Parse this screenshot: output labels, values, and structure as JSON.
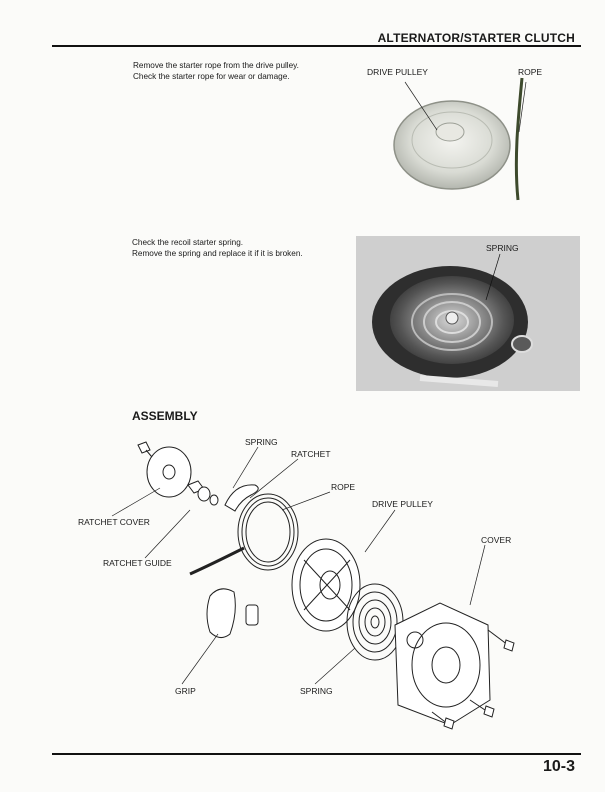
{
  "header": {
    "title": "ALTERNATOR/STARTER CLUTCH"
  },
  "section1": {
    "lines": [
      "Remove the starter rope from the drive pulley.",
      "Check the starter rope for wear or damage."
    ],
    "labels": {
      "drive_pulley": "DRIVE PULLEY",
      "rope": "ROPE"
    }
  },
  "section2": {
    "lines": [
      "Check the recoil starter spring.",
      "Remove the spring and replace it if it is broken."
    ],
    "labels": {
      "spring": "SPRING"
    }
  },
  "assembly": {
    "title": "ASSEMBLY",
    "labels": {
      "spring_top": "SPRING",
      "ratchet": "RATCHET",
      "rope": "ROPE",
      "drive_pulley": "DRIVE PULLEY",
      "ratchet_cover": "RATCHET COVER",
      "cover": "COVER",
      "ratchet_guide": "RATCHET GUIDE",
      "grip": "GRIP",
      "spring_bottom": "SPRING"
    }
  },
  "footer": {
    "page_number": "10-3"
  }
}
